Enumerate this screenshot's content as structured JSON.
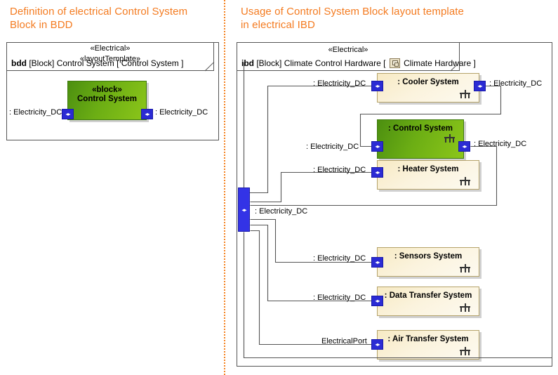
{
  "panels": {
    "bdd": {
      "title": "Definition of electrical Control System Block in BDD",
      "frame": {
        "stereotype_1": "«Electrical»",
        "stereotype_2": "«layoutTemplate»",
        "kind": "bdd",
        "type": "[Block]",
        "name": "Control System",
        "view": "[ Control System ]"
      },
      "block": {
        "stereotype": "«block»",
        "name": "Control System",
        "color": "#6cae14",
        "left_port_label": ": Electricity_DC",
        "right_port_label": ": Electricity_DC",
        "left_port_icon": "flow-port-icon",
        "right_port_icon": "flow-port-icon"
      }
    },
    "ibd": {
      "title": "Usage of Control System Block layout template in electrical IBD",
      "frame": {
        "stereotype_1": "«Electrical»",
        "kind": "ibd",
        "type": "[Block]",
        "name": "Climate Control Hardware",
        "view_open": "[",
        "view_icon": "ibd-diagram-icon",
        "view_name": "Climate Hardware",
        "view_close": "]"
      },
      "main_port": {
        "name": "main-electrical-port",
        "label": ": Electricity_DC",
        "color": "#3333e6"
      },
      "parts": [
        {
          "id": "cooler",
          "name": ": Cooler System",
          "color": "#fbf3dd",
          "left_port_label": ": Electricity_DC",
          "right_port_label": ": Electricity_DC",
          "has_right_port": true,
          "has_rake": true
        },
        {
          "id": "control",
          "name": ": Control System",
          "color": "#6cae14",
          "left_port_label": ": Electricity_DC",
          "right_port_label": ": Electricity_DC",
          "has_right_port": true,
          "has_rake": true
        },
        {
          "id": "heater",
          "name": ": Heater System",
          "color": "#fbf3dd",
          "left_port_label": ": Electricity_DC",
          "right_port_label": "",
          "has_right_port": false,
          "has_rake": true
        },
        {
          "id": "sensors",
          "name": ": Sensors System",
          "color": "#fbf3dd",
          "left_port_label": ": Electricity_DC",
          "right_port_label": "",
          "has_right_port": false,
          "has_rake": true
        },
        {
          "id": "data-transfer",
          "name": ": Data Transfer System",
          "color": "#fbf3dd",
          "left_port_label": ": Electricity_DC",
          "right_port_label": "",
          "has_right_port": false,
          "has_rake": true
        },
        {
          "id": "air-transfer",
          "name": ": Air Transfer System",
          "color": "#fbf3dd",
          "left_port_label": "ElectricalPort",
          "right_port_label": "",
          "has_right_port": false,
          "has_rake": true
        }
      ]
    }
  },
  "colors": {
    "accent_orange": "#f47b20",
    "port_blue": "#2b2bd4",
    "green_block": "#6cae14",
    "tan_block": "#fbf3dd",
    "line_gray": "#555555"
  }
}
